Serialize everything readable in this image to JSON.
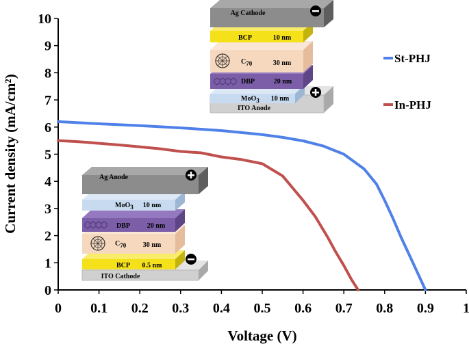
{
  "chart_data": {
    "type": "line",
    "xlabel": "Voltage (V)",
    "ylabel": "Current density (mA/cm²)",
    "xlim": [
      0,
      1
    ],
    "ylim": [
      0,
      10
    ],
    "xticks": [
      "0",
      "0.1",
      "0.2",
      "0.3",
      "0.4",
      "0.5",
      "0.6",
      "0.7",
      "0.8",
      "0.9",
      "1"
    ],
    "yticks": [
      "0",
      "1",
      "2",
      "3",
      "4",
      "5",
      "6",
      "7",
      "8",
      "9",
      "10"
    ],
    "legend_position": "right",
    "series": [
      {
        "name": "St-PHJ",
        "color": "#4F81E8",
        "x": [
          0,
          0.1,
          0.2,
          0.3,
          0.4,
          0.5,
          0.55,
          0.6,
          0.65,
          0.7,
          0.75,
          0.78,
          0.8,
          0.82,
          0.84,
          0.86,
          0.88,
          0.9
        ],
        "y": [
          6.2,
          6.12,
          6.05,
          5.97,
          5.87,
          5.72,
          5.62,
          5.49,
          5.3,
          5.0,
          4.45,
          3.9,
          3.3,
          2.65,
          1.95,
          1.3,
          0.65,
          0.0
        ]
      },
      {
        "name": "In-PHJ",
        "color": "#C0504D",
        "x": [
          0,
          0.05,
          0.1,
          0.15,
          0.2,
          0.25,
          0.3,
          0.35,
          0.4,
          0.45,
          0.5,
          0.55,
          0.6,
          0.63,
          0.66,
          0.68,
          0.7,
          0.72,
          0.735
        ],
        "y": [
          5.5,
          5.46,
          5.4,
          5.34,
          5.27,
          5.2,
          5.1,
          5.05,
          4.9,
          4.8,
          4.65,
          4.2,
          3.3,
          2.7,
          1.95,
          1.4,
          0.9,
          0.35,
          0.0
        ]
      }
    ]
  },
  "diagram_top": {
    "layers": {
      "top": "Ag Cathode",
      "bcp": "BCP",
      "bcp_thickness": "10 nm",
      "c70": "C",
      "c70_sub": "70",
      "c70_thickness": "30 nm",
      "dbp": "DBP",
      "dbp_thickness": "20 nm",
      "moo3": "MoO",
      "moo3_sub": "3",
      "moo3_thickness": "10 nm",
      "bottom": "ITO Anode"
    },
    "top_sign": "−",
    "bottom_sign": "+"
  },
  "diagram_bottom": {
    "layers": {
      "top": "Ag Anode",
      "moo3": "MoO",
      "moo3_sub": "3",
      "moo3_thickness": "10 nm",
      "dbp": "DBP",
      "dbp_thickness": "20 nm",
      "c70": "C",
      "c70_sub": "70",
      "c70_thickness": "30 nm",
      "bcp": "BCP",
      "bcp_thickness": "0.5 nm",
      "bottom": "ITO Cathode"
    },
    "top_sign": "+",
    "bottom_sign": "−"
  },
  "colors": {
    "ag": "#8C8C8C",
    "bcp": "#F5E11A",
    "c70": "#F6D8BE",
    "dbp": "#7B5EA7",
    "moo3": "#C7DAEF",
    "ito": "#D0D0D0"
  }
}
